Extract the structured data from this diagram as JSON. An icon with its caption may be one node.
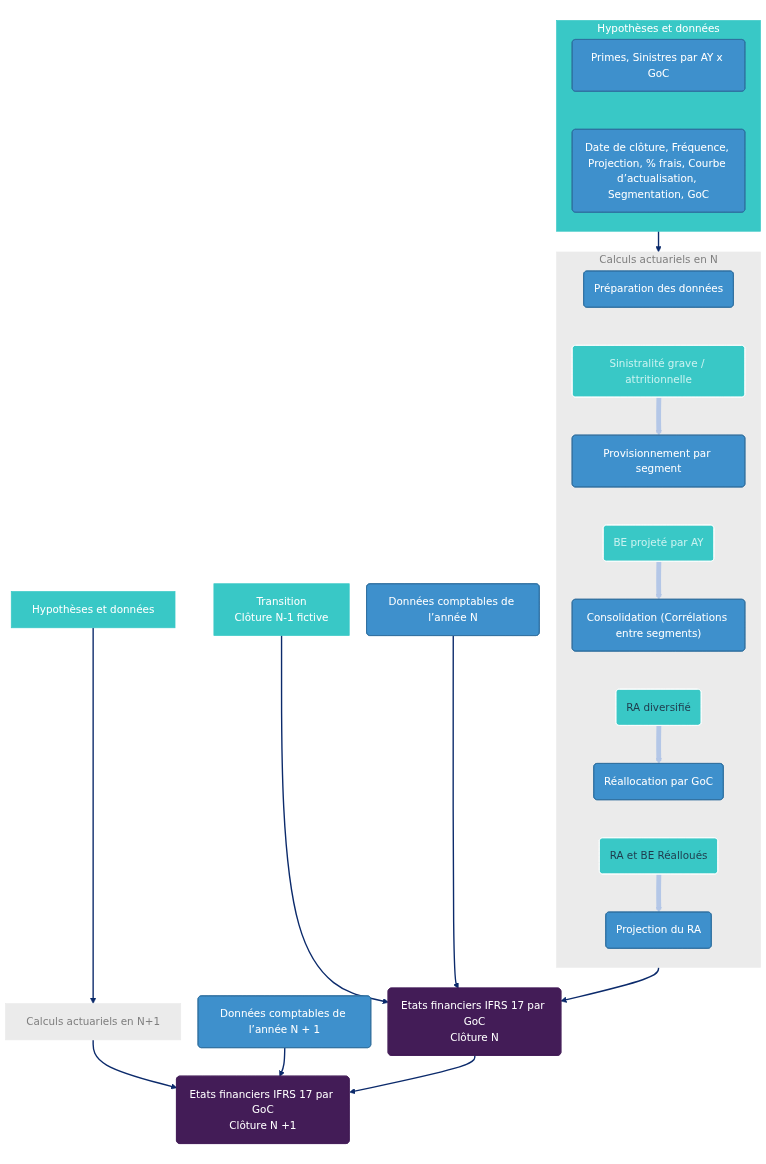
{
  "diagram": {
    "nodes": [
      {
        "text": [
          "Hypothèses et données"
        ]
      },
      {
        "text": [
          "Primes, Sinistres par AY x GoC"
        ],
        "in": 0
      },
      {
        "text": [
          "Date de clôture, Fréquence, Projection, % frais, Courbe d’actualisation, Segmentation, GoC"
        ],
        "in": 0
      },
      {
        "text": [
          "Calculs actuariels en N"
        ]
      },
      {
        "text": [
          "Préparation des données"
        ],
        "in": 3
      },
      {
        "text": [
          "Sinistralité grave / attritionnelle"
        ],
        "in": 3
      },
      {
        "text": [
          "Provisionnement par segment"
        ],
        "in": 3
      },
      {
        "text": [
          "BE projeté par AY"
        ],
        "in": 3
      },
      {
        "text": [
          "Consolidation (Corrélations entre segments)"
        ],
        "in": 3
      },
      {
        "text": [
          "RA diversifié"
        ],
        "in": 3
      },
      {
        "text": [
          "Réallocation par GoC"
        ],
        "in": 3
      },
      {
        "text": [
          "RA et BE Réalloués"
        ],
        "in": 3
      },
      {
        "text": [
          "Projection du RA"
        ],
        "in": 3
      },
      {
        "text": [
          "Transition",
          "Clôture N-1 fictive"
        ]
      },
      {
        "text": [
          "Données comptables de l’année N"
        ]
      },
      {
        "text": [
          "Etats financiers IFRS 17 par GoC",
          "Clôture N"
        ]
      },
      {
        "text": [
          "Hypothèses et données"
        ]
      },
      {
        "text": [
          "Calculs actuariels en N+1"
        ]
      },
      {
        "text": [
          "Données comptables de l’année N + 1"
        ]
      },
      {
        "text": [
          "Etats financiers IFRS 17 par GoC",
          "Clôture N +1"
        ]
      }
    ],
    "edges": [
      {
        "from": 0,
        "to": 3,
        "arrow": "to"
      },
      {
        "from": 5,
        "to": 6,
        "arrow": "to",
        "style": "thick",
        "color": "#b4c7e7"
      },
      {
        "from": 7,
        "to": 8,
        "arrow": "to",
        "style": "thick",
        "color": "#b4c7e7"
      },
      {
        "from": 9,
        "to": 10,
        "arrow": "to",
        "style": "thick",
        "color": "#b4c7e7"
      },
      {
        "from": 11,
        "to": 12,
        "arrow": "to",
        "style": "thick",
        "color": "#b4c7e7"
      },
      {
        "from": 3,
        "to": 15,
        "arrow": "to"
      },
      {
        "from": 13,
        "to": 15,
        "arrow": "to"
      },
      {
        "from": 14,
        "to": 15,
        "arrow": "to"
      },
      {
        "from": 16,
        "to": 17,
        "arrow": "to"
      },
      {
        "from": 17,
        "to": 19,
        "arrow": "to"
      },
      {
        "from": 18,
        "to": 19,
        "arrow": "to"
      },
      {
        "from": 15,
        "to": 19,
        "arrow": "to"
      }
    ]
  }
}
